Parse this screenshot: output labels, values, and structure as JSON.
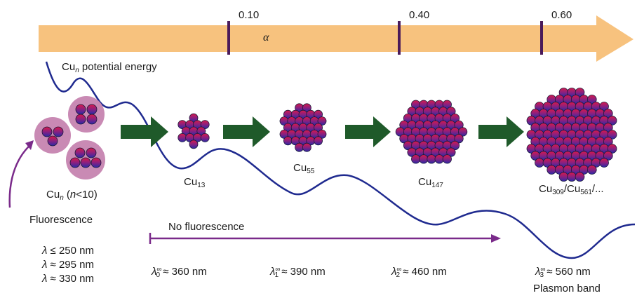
{
  "axis": {
    "symbol": "α",
    "ticks": [
      "0.10",
      "0.40",
      "0.60"
    ],
    "arrow_color": "#f7c27e",
    "tick_color": "#4a1a5a"
  },
  "curve": {
    "label_prefix": "Cu",
    "label_sub": "n",
    "label_suffix": " potential energy",
    "color": "#1f2a8f"
  },
  "small_cluster": {
    "prefix": "Cu",
    "sub": "n",
    "condition_open": " (",
    "condition_var": "n",
    "condition_rest": "<10)",
    "emission": "Fluorescence",
    "wavelengths": [
      {
        "symbol": "λ",
        "rel": " ≤ 250 nm"
      },
      {
        "symbol": "λ",
        "rel": " ≈ 295 nm"
      },
      {
        "symbol": "λ",
        "rel": " ≈ 330 nm"
      }
    ]
  },
  "clusters": [
    {
      "prefix": "Cu",
      "sub": "13"
    },
    {
      "prefix": "Cu",
      "sub": "55"
    },
    {
      "prefix": "Cu",
      "sub": "147"
    },
    {
      "prefix": "Cu",
      "sub": "309",
      "rest_prefix": "/Cu",
      "rest_sub": "561",
      "tail": "/..."
    }
  ],
  "no_fluorescence": {
    "label": "No fluorescence",
    "color": "#7a2a8a"
  },
  "band_wavelengths": [
    {
      "symbol": "λ",
      "sup": "∞",
      "sub": "0",
      "rel": " ≈ 360 nm"
    },
    {
      "symbol": "λ",
      "sup": "∞",
      "sub": "1",
      "rel": " ≈ 390 nm"
    },
    {
      "symbol": "λ",
      "sup": "∞",
      "sub": "2",
      "rel": " ≈ 460 nm"
    },
    {
      "symbol": "λ",
      "sup": "∞",
      "sub": "3",
      "rel": " ≈ 560 nm"
    }
  ],
  "plasmon": "Plasmon band",
  "colors": {
    "arrow_green": "#1f5a2a",
    "atom_red": "#d8194a",
    "atom_blue": "#2a2aa8",
    "halo": "#c98ab4"
  }
}
